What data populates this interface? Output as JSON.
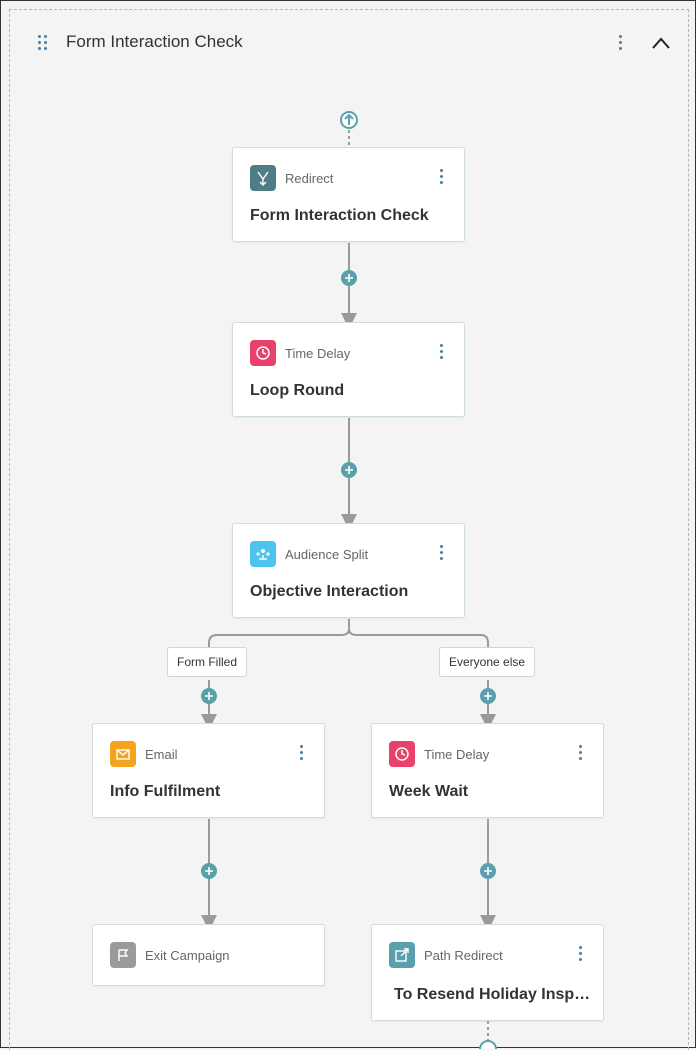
{
  "header": {
    "title": "Form Interaction Check",
    "drag_icon": "drag-handle-icon",
    "menu_icon": "kebab-menu-icon",
    "collapse_icon": "chevron-up-icon"
  },
  "colors": {
    "redirect": "#4f7d86",
    "time_delay": "#e8416c",
    "audience_split": "#4dc3f0",
    "email": "#f4a31f",
    "exit": "#9a9a9a",
    "path_redirect": "#5aa0ac",
    "connector_plus": "#5aa0ac"
  },
  "nodes": {
    "redirect": {
      "type": "Redirect",
      "name": "Form Interaction Check",
      "icon": "redirect-icon"
    },
    "loop": {
      "type": "Time Delay",
      "name": "Loop Round",
      "icon": "clock-icon"
    },
    "split": {
      "type": "Audience Split",
      "name": "Objective Interaction",
      "icon": "audience-split-icon"
    },
    "email": {
      "type": "Email",
      "name": "Info Fulfilment",
      "icon": "envelope-icon"
    },
    "week": {
      "type": "Time Delay",
      "name": "Week Wait",
      "icon": "clock-icon"
    },
    "exit": {
      "type": "Exit Campaign",
      "icon": "flag-icon"
    },
    "path": {
      "type": "Path Redirect",
      "name": "To Resend Holiday Insp…",
      "icon": "path-redirect-icon"
    }
  },
  "branches": {
    "left": "Form Filled",
    "right": "Everyone else"
  }
}
